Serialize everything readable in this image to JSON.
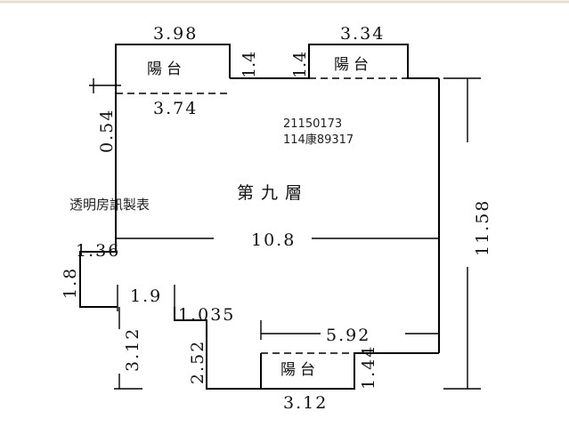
{
  "floor_label": "第九層",
  "case_code": "21150173",
  "case_ref": "114康89317",
  "watermark": "透明房訊製表",
  "balconies": [
    {
      "label": "陽台",
      "width": "3.98",
      "depth": "1.4",
      "inner_width": "3.74"
    },
    {
      "label": "陽台",
      "width": "3.34",
      "depth": "1.4"
    },
    {
      "label": "陽台",
      "width": "3.12",
      "depth": "1.44",
      "inner_width": "5.92"
    }
  ],
  "dimensions": {
    "width_main": "10.8",
    "height_total": "11.58",
    "left_offset_top": "0.54",
    "left_step": "1.36",
    "left_lower": "1.8",
    "notch_width": "1.9",
    "notch_right": "1.035",
    "bottom_left_height": "3.12",
    "bottom_step_height": "2.52"
  },
  "colors": {
    "line": "#000000",
    "background": "#ffffff",
    "border": "#e6dcc8"
  }
}
